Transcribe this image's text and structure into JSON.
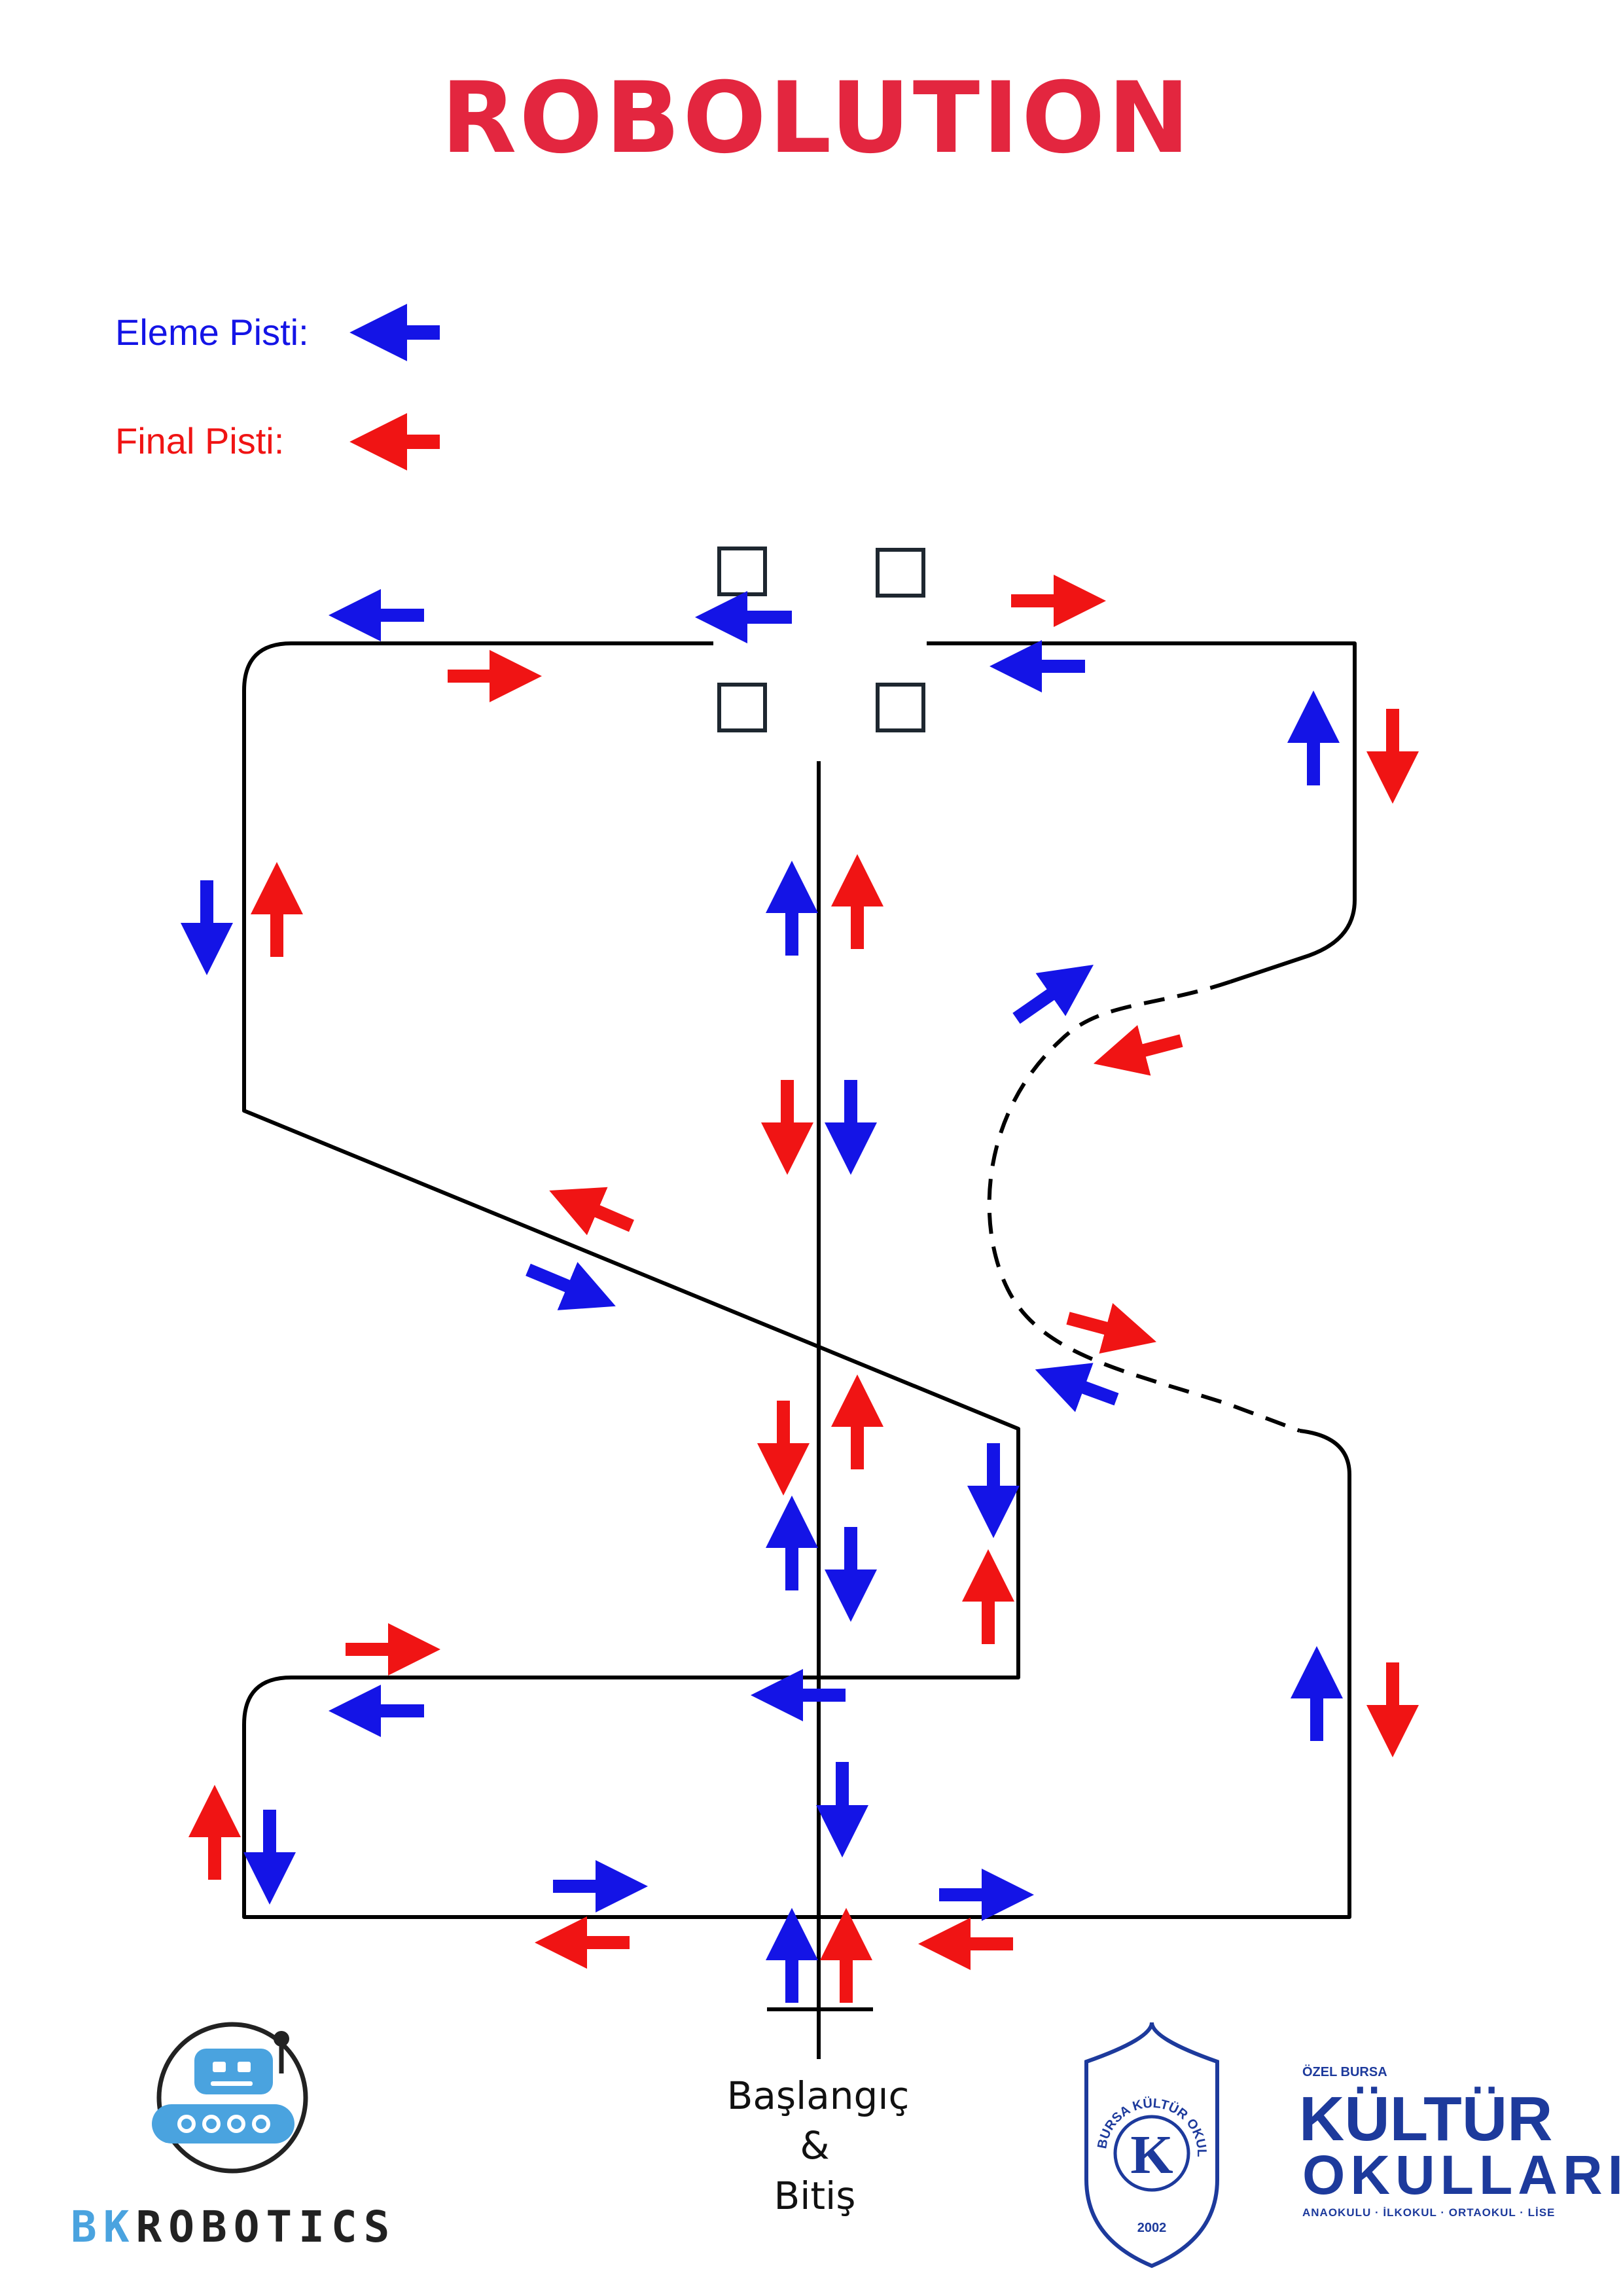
{
  "title": "ROBOLUTION",
  "legend": [
    {
      "label": "Eleme Pisti:",
      "color": "#1414e6"
    },
    {
      "label": "Final Pisti:",
      "color": "#f01414"
    }
  ],
  "start_finish": {
    "line1": "Başlangıç",
    "line2": "&",
    "line3": "Bitiş"
  },
  "logos": {
    "bk": {
      "text_bk": "BK",
      "text_robotics": "ROBOTICS"
    },
    "kultur_seal": {
      "ring_text": "ÖZEL BURSA KÜLTÜR OKULLARI",
      "letter": "K",
      "year": "2002"
    },
    "kultur_wordmark": {
      "top": "ÖZEL BURSA",
      "main": "KÜLTÜR",
      "sub": "OKULLARI",
      "tagline": "ANAOKULU · İLKOKUL · ORTAOKUL · LİSE"
    }
  },
  "colors": {
    "title": "#e3263f",
    "elimination": "#1414e6",
    "final": "#f01414",
    "track": "#000000",
    "bk_blue": "#4aa3df",
    "bk_dark": "#222222",
    "kultur_blue": "#1d3a9c"
  }
}
